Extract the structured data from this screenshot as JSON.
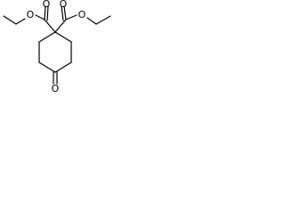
{
  "molecule": {
    "atoms": {
      "o_ester_left_carbonyl": "O",
      "o_ester_left_ether": "O",
      "o_ester_right_carbonyl": "O",
      "o_ester_right_ether": "O",
      "o_ketone": "O"
    },
    "colors": {
      "bond": "#000000",
      "label": "#000000",
      "background": "#ffffff"
    }
  }
}
